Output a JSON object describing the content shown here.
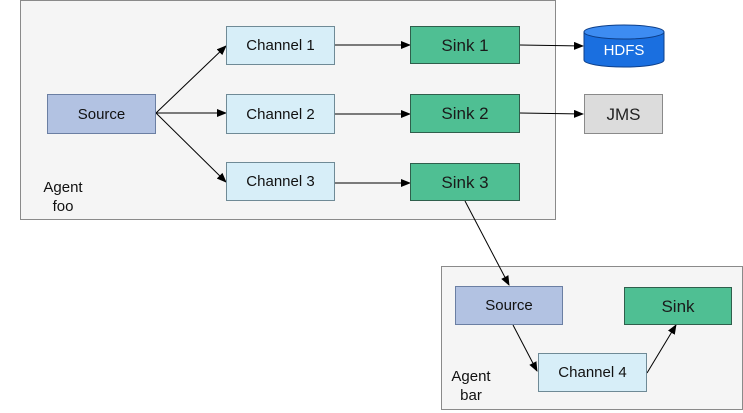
{
  "agent_foo": {
    "label_line1": "Agent",
    "label_line2": "foo",
    "source": "Source",
    "channels": [
      "Channel 1",
      "Channel 2",
      "Channel 3"
    ],
    "sinks": [
      "Sink 1",
      "Sink 2",
      "Sink 3"
    ]
  },
  "destinations": {
    "hdfs": "HDFS",
    "jms": "JMS"
  },
  "agent_bar": {
    "label_line1": "Agent",
    "label_line2": "bar",
    "source": "Source",
    "channel": "Channel 4",
    "sink": "Sink"
  },
  "colors": {
    "source": "#b2c2e2",
    "channel": "#d7eef8",
    "sink": "#4fbf93",
    "hdfs": "#1a6fe0",
    "jms": "#dcdcdc",
    "agent_bg": "#f5f5f5"
  }
}
